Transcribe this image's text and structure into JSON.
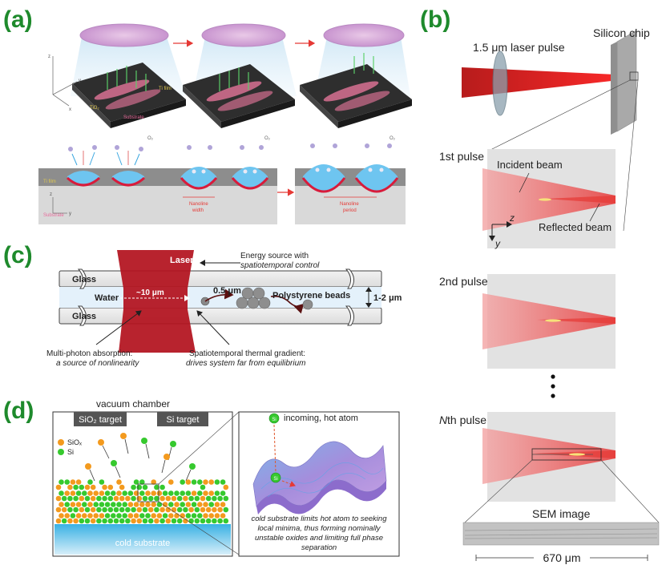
{
  "panel_labels": {
    "a": "(a)",
    "b": "(b)",
    "c": "(c)",
    "d": "(d)"
  },
  "panel_a": {
    "o2": "O₂",
    "ti_film": "Ti film",
    "substrate": "Substrate",
    "tio2": "TiO₂",
    "nanoline_width_1": "Nanoline",
    "nanoline_width_2": "width",
    "nanoline_period_1": "Nanoline",
    "nanoline_period_2": "period",
    "axis_x": "x",
    "axis_y": "y",
    "axis_z": "z"
  },
  "panel_b": {
    "laser_pulse": "1.5 μm laser pulse",
    "silicon_chip": "Silicon chip",
    "first_pulse": "1st pulse",
    "incident_beam": "Incident beam",
    "reflected_beam": "Reflected beam",
    "axis_z": "z",
    "axis_y": "y",
    "second_pulse": "2nd pulse",
    "nth_pulse_n": "N",
    "nth_pulse_rest": "th pulse",
    "sem_image": "SEM image",
    "scale": "670 μm"
  },
  "panel_c": {
    "laser": "Laser",
    "energy_source_1": "Energy source with",
    "energy_source_2": "spatiotemporal control",
    "glass_top": "Glass",
    "glass_bottom": "Glass",
    "water": "Water",
    "width_10um": "~10 μm",
    "step_05um": "0.5 μm",
    "beads": "Polystyrene beads",
    "gap": "1-2 μm",
    "multiphoton_1": "Multi-photon absorption:",
    "multiphoton_2": "a source of nonlinearity",
    "gradient_1": "Spatiotemporal thermal gradient:",
    "gradient_2": "drives system far from equilibrium"
  },
  "panel_d": {
    "chamber": "vacuum chamber",
    "sio2_target": "SiO₂ target",
    "si_target": "Si target",
    "legend_siox": "SiOₓ",
    "legend_si": "Si",
    "substrate": "cold substrate",
    "incoming": "incoming, hot atom",
    "si_atom": "Si",
    "caption_1": "cold substrate limits hot atom to seeking",
    "caption_2": "local minima, thus forming nominally",
    "caption_3": "unstable oxides and limiting full phase",
    "caption_4": "separation"
  },
  "colors": {
    "label_green": "#1e8a2c",
    "laser_red": "#c62828",
    "siox_orange": "#f39a1e",
    "si_green": "#36c92e"
  }
}
